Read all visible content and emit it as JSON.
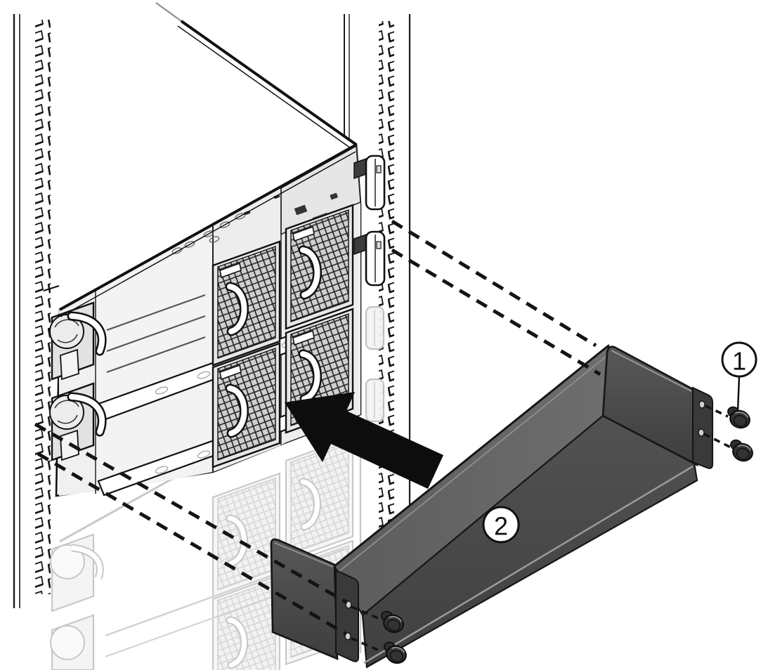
{
  "figure": {
    "kind": "hardware-installation-diagram",
    "description": "Rear of rack-mounted chassis with airflow duct bracket being attached; arrow shows insertion direction"
  },
  "callouts": [
    {
      "label": "1",
      "target": "mounting-screws"
    },
    {
      "label": "2",
      "target": "airflow-duct-bracket"
    }
  ],
  "colors": {
    "background": "#ffffff",
    "outline": "#141414",
    "bracket_dark": "#484848",
    "bracket_flange": "#3a3a3a",
    "bracket_trough": "#626262",
    "bevel_highlight": "#969696",
    "ghost": "#c4c4c4",
    "arrow": "#0d0d0d"
  }
}
